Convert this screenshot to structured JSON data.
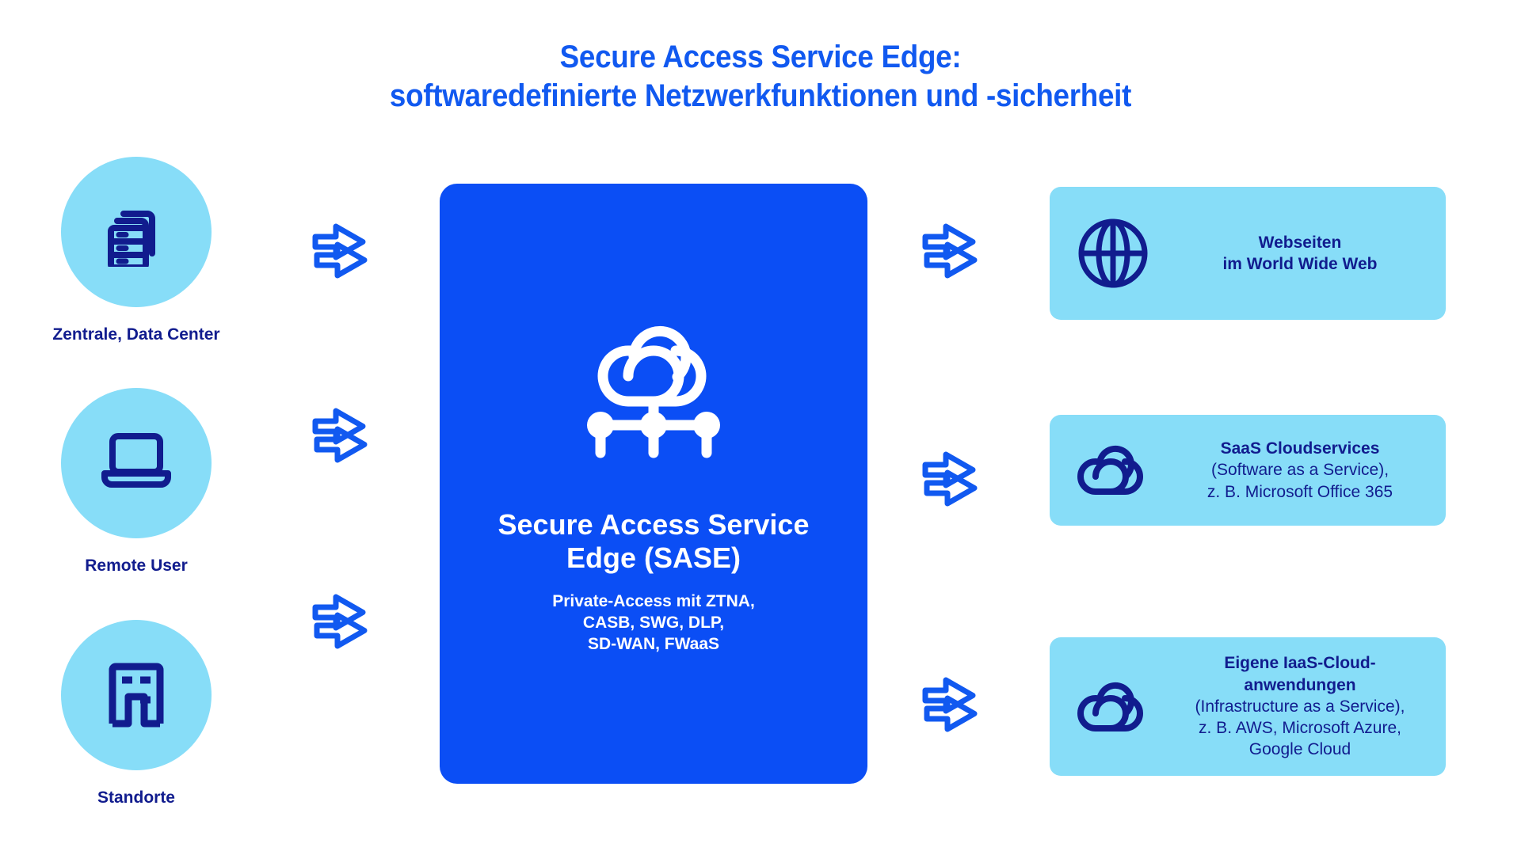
{
  "title": {
    "line1": "Secure Access Service Edge:",
    "line2": "softwaredefinierte Netzwerkfunktionen und -sicherheit",
    "color": "#1159f0"
  },
  "colors": {
    "accent_blue": "#1159f0",
    "panel_blue": "#0b4ef5",
    "light_blue": "#87ddf8",
    "navy": "#111c8e",
    "white": "#ffffff"
  },
  "left_nodes": [
    {
      "label": "Zentrale, Data Center",
      "icon": "servers-icon"
    },
    {
      "label": "Remote User",
      "icon": "laptop-icon"
    },
    {
      "label": "Standorte",
      "icon": "building-icon"
    }
  ],
  "center": {
    "title": "Secure Access Service Edge (SASE)",
    "subtitle_lines": [
      "Private-Access mit ZTNA,",
      "CASB, SWG, DLP,",
      "SD-WAN, FWaaS"
    ],
    "icon": "cloud-network-icon"
  },
  "right_cards": [
    {
      "icon": "globe-icon",
      "bold_lines": [
        "Webseiten",
        "im World Wide Web"
      ],
      "regular_lines": []
    },
    {
      "icon": "cloud-icon",
      "bold_lines": [
        "SaaS Cloudservices"
      ],
      "regular_lines": [
        "(Software as a Service),",
        "z. B. Microsoft Office 365"
      ]
    },
    {
      "icon": "cloud-icon",
      "bold_lines": [
        "Eigene IaaS-Cloud-",
        "anwendungen"
      ],
      "regular_lines": [
        "(Infrastructure as a Service),",
        "z. B. AWS, Microsoft Azure,",
        "Google Cloud"
      ]
    }
  ],
  "connectors": {
    "left": [
      {
        "name": "exchange-arrow-data-center",
        "icon": "bidirectional-exchange-icon"
      },
      {
        "name": "exchange-arrow-remote-user",
        "icon": "bidirectional-exchange-icon"
      },
      {
        "name": "exchange-arrow-standorte",
        "icon": "bidirectional-exchange-icon"
      }
    ],
    "right": [
      {
        "name": "exchange-arrow-web",
        "icon": "bidirectional-exchange-icon"
      },
      {
        "name": "exchange-arrow-saas",
        "icon": "bidirectional-exchange-icon"
      },
      {
        "name": "exchange-arrow-iaas",
        "icon": "bidirectional-exchange-icon"
      }
    ]
  }
}
